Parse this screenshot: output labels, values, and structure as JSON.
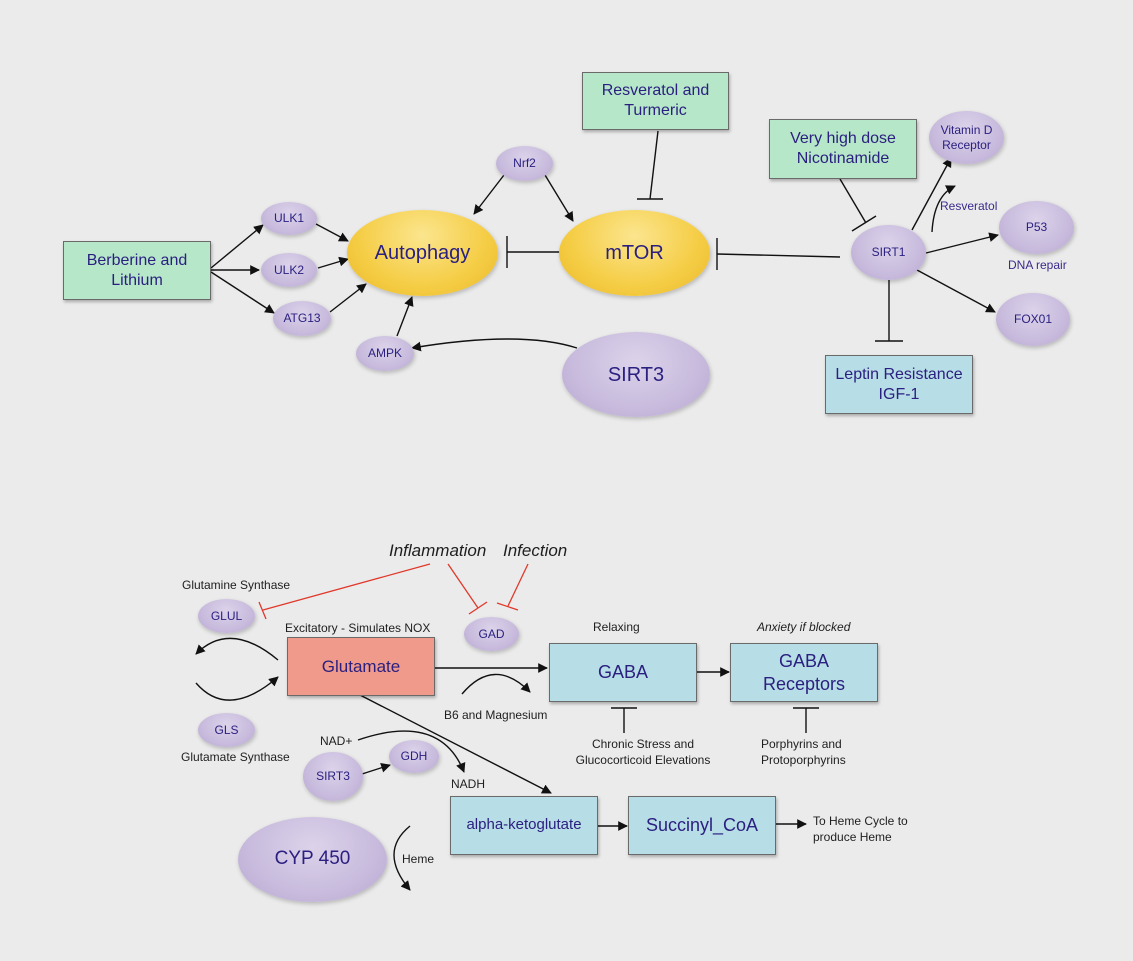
{
  "top": {
    "berberine_lithium": "Berberine and Lithium",
    "resveratol_turmeric": "Resveratol and Turmeric",
    "very_high_dose_nicotinamide": "Very high dose Nicotinamide",
    "leptin_igf": "Leptin Resistance IGF-1",
    "nrf2": "Nrf2",
    "ulk1": "ULK1",
    "ulk2": "ULK2",
    "atg13": "ATG13",
    "ampk": "AMPK",
    "autophagy": "Autophagy",
    "mtor": "mTOR",
    "sirt3": "SIRT3",
    "sirt1": "SIRT1",
    "vitamin_d": "Vitamin D Receptor",
    "p53": "P53",
    "fox01": "FOX01",
    "resveratol_label": "Resveratol",
    "dna_repair": "DNA repair"
  },
  "bottom": {
    "inflammation": "Inflammation",
    "infection": "Infection",
    "glutamine_synthase": "Glutamine Synthase",
    "glul": "GLUL",
    "gls": "GLS",
    "glutamate_synthase": "Glutamate Synthase",
    "excitatory": "Excitatory - Simulates NOX",
    "glutamate": "Glutamate",
    "gad": "GAD",
    "relaxing": "Relaxing",
    "gaba": "GABA",
    "anxiety": "Anxiety if blocked",
    "gaba_receptors": "GABA Receptors",
    "b6_magnesium": "B6 and Magnesium",
    "chronic_stress": "Chronic Stress and Glucocorticoid Elevations",
    "porphyrins": "Porphyrins and Protoporphyrins",
    "nad_plus": "NAD+",
    "sirt3": "SIRT3",
    "gdh": "GDH",
    "nadh": "NADH",
    "alpha_kg": "alpha-ketoglutate",
    "succinyl": "Succinyl_CoA",
    "to_heme": "To Heme Cycle to produce Heme",
    "cyp450": "CYP 450",
    "heme": "Heme"
  },
  "colors": {
    "green_box": "#b6e7c9",
    "blue_box": "#b7dde6",
    "red_box": "#ef9a8a",
    "purple_node": "#c8bbdd",
    "gold_node": "#f5cd45",
    "text": "#2b2080",
    "inhibit_red": "#e0392b"
  }
}
